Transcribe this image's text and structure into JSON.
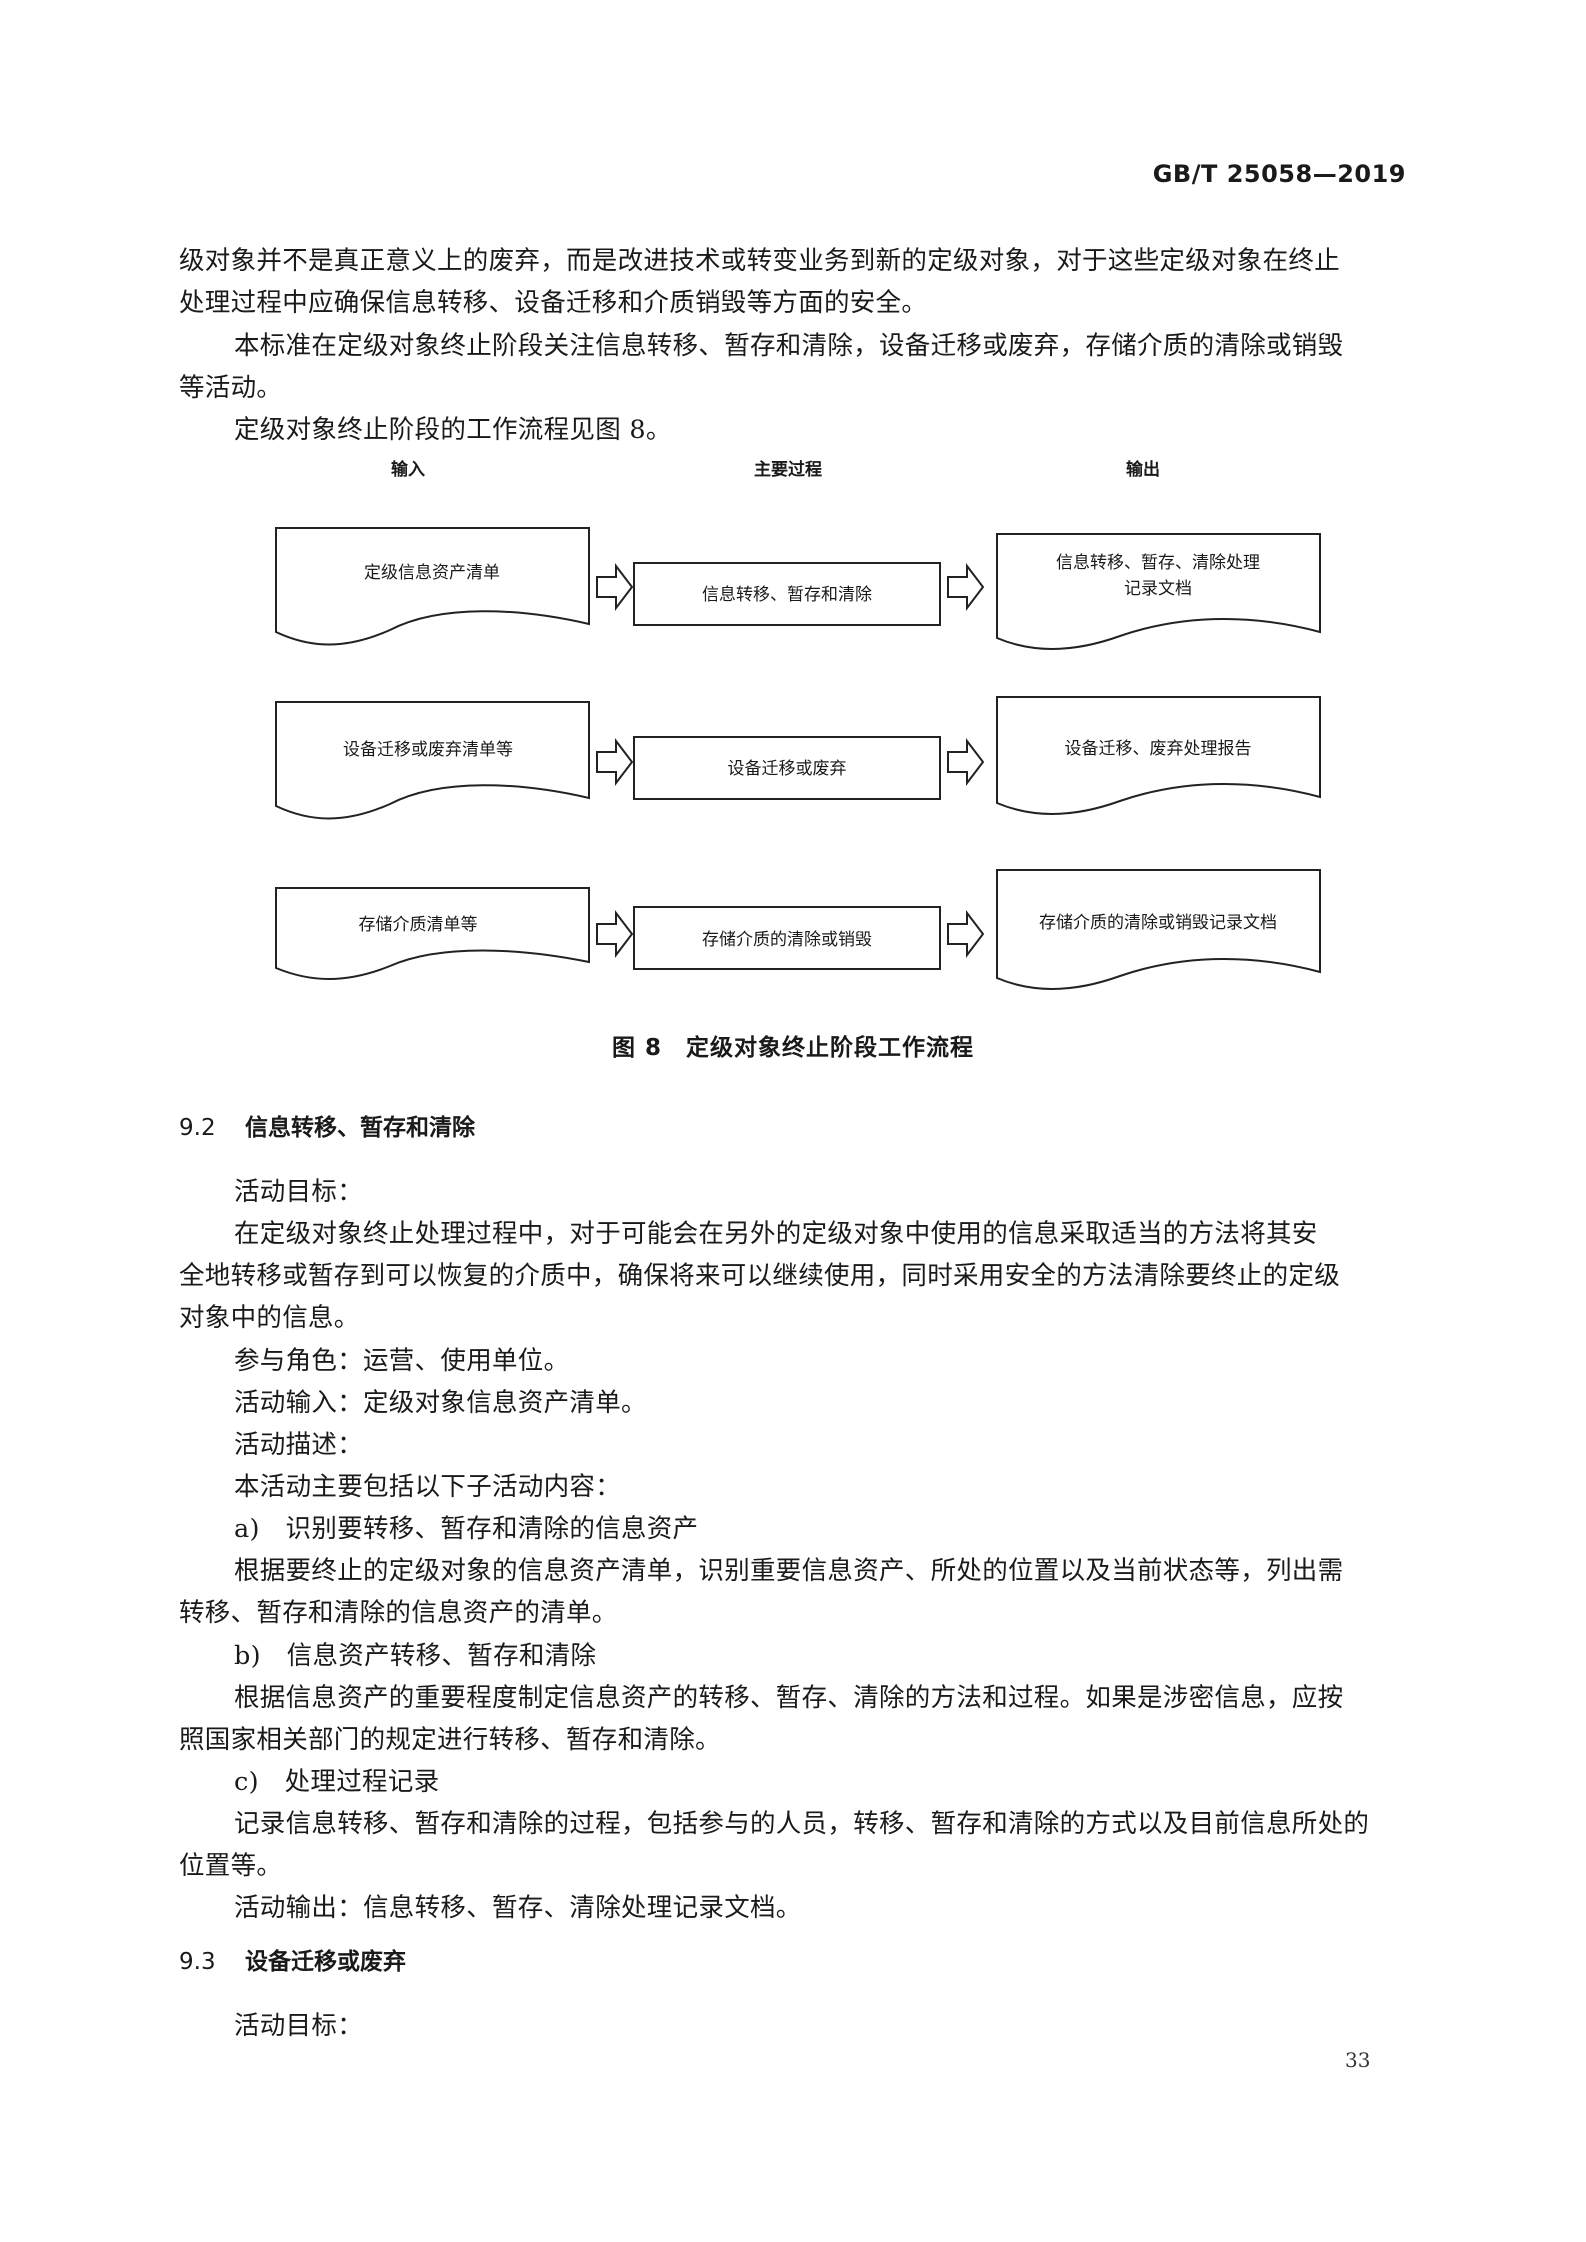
{
  "header": {
    "standard_number": "GB/T 25058—2019"
  },
  "paragraphs_top": [
    "级对象并不是真正意义上的废弃，而是改进技术或转变业务到新的定级对象，对于这些定级对象在终止",
    "处理过程中应确保信息转移、设备迁移和介质销毁等方面的安全。",
    "本标准在定级对象终止阶段关注信息转移、暂存和清除，设备迁移或废弃，存储介质的清除或销毁",
    "等活动。",
    "定级对象终止阶段的工作流程见图 8。"
  ],
  "figure": {
    "columns": {
      "input": "输入",
      "process": "主要过程",
      "output": "输出"
    },
    "rows": [
      {
        "input": "定级信息资产清单",
        "process": "信息转移、暂存和清除",
        "output_lines": [
          "信息转移、暂存、清除处理",
          "记录文档"
        ]
      },
      {
        "input": "设备迁移或废弃清单等",
        "process": "设备迁移或废弃",
        "output_lines": [
          "设备迁移、废弃处理报告"
        ]
      },
      {
        "input": "存储介质清单等",
        "process": "存储介质的清除或销毁",
        "output_lines": [
          "存储介质的清除或销毁记录文档"
        ]
      }
    ],
    "caption": "图 8　定级对象终止阶段工作流程"
  },
  "section_9_2": {
    "number": "9.2",
    "title": "信息转移、暂存和清除",
    "lines": [
      "活动目标：",
      "在定级对象终止处理过程中，对于可能会在另外的定级对象中使用的信息采取适当的方法将其安",
      "全地转移或暂存到可以恢复的介质中，确保将来可以继续使用，同时采用安全的方法清除要终止的定级",
      "对象中的信息。",
      "参与角色：运营、使用单位。",
      "活动输入：定级对象信息资产清单。",
      "活动描述：",
      "本活动主要包括以下子活动内容：",
      "a)　识别要转移、暂存和清除的信息资产",
      "根据要终止的定级对象的信息资产清单，识别重要信息资产、所处的位置以及当前状态等，列出需",
      "转移、暂存和清除的信息资产的清单。",
      "b)　信息资产转移、暂存和清除",
      "根据信息资产的重要程度制定信息资产的转移、暂存、清除的方法和过程。如果是涉密信息，应按",
      "照国家相关部门的规定进行转移、暂存和清除。",
      "c)　处理过程记录",
      "记录信息转移、暂存和清除的过程，包括参与的人员，转移、暂存和清除的方式以及目前信息所处的",
      "位置等。",
      "活动输出：信息转移、暂存、清除处理记录文档。"
    ]
  },
  "section_9_3": {
    "number": "9.3",
    "title": "设备迁移或废弃",
    "lines": [
      "活动目标："
    ]
  },
  "footer": {
    "page_number": "33"
  }
}
